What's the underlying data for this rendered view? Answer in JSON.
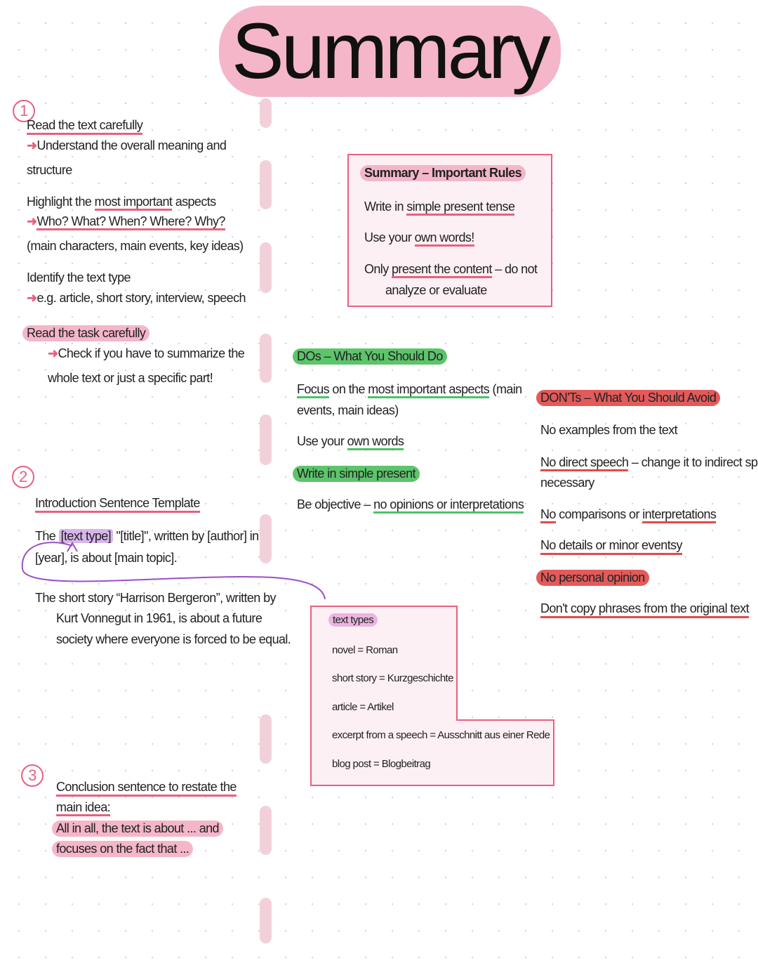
{
  "title": "Summary",
  "step1": {
    "number": "1",
    "items": [
      {
        "head": "Read the text carefully",
        "detail": "Understand the overall meaning and",
        "detail2": "structure"
      },
      {
        "head_pre": "Highlight the ",
        "head_ul": "most important",
        "head_post": " aspects",
        "detail": "Who? What? When? Where? Why?",
        "detail2": "(main characters, main events, key ideas)"
      },
      {
        "head": "Identify the text type",
        "detail": "e.g. article, short story, interview, speech"
      },
      {
        "head": "Read the task carefully",
        "detail": "Check if you have to summarize the",
        "detail2": "whole text or just a specific part!"
      }
    ]
  },
  "rules": {
    "title": "Summary – Important Rules",
    "r1_pre": "Write in ",
    "r1_ul": "simple present tense",
    "r2_pre": "Use your ",
    "r2_ul": "own words!",
    "r3_pre": "Only ",
    "r3_ul": "present the content",
    "r3_post": " – do not",
    "r3_line2": "analyze or evaluate"
  },
  "dos": {
    "title": "DOs – What You Should Do",
    "d1_a": "Focus",
    "d1_b": " on the ",
    "d1_c": "most important aspects",
    "d1_d": " (main",
    "d1_line2": "events, main ideas)",
    "d2_pre": "Use your ",
    "d2_ul": "own words",
    "d3": "Write in simple present",
    "d4_pre": "Be objective – ",
    "d4_ul": "no opinions or interpretations"
  },
  "donts": {
    "title": "DON'Ts – What You Should Avoid",
    "n1": "No examples from the text",
    "n2_ul": "No direct speech",
    "n2_post": " – change it to indirect speech",
    "n2_line2": "necessary",
    "n3_a": "No",
    "n3_b": " comparisons or ",
    "n3_c": "interpretations",
    "n4": "No details or minor eventsy",
    "n5": "No personal opinion",
    "n6": "Don't copy phrases from the original text"
  },
  "step2": {
    "number": "2",
    "heading": "Introduction Sentence Template",
    "t_pre": "The ",
    "t_type": "[text type]",
    "t_post": " \"[title]\", written by [author] in",
    "t_line2": "[year], is about [main topic].",
    "ex1": "The short story “Harrison Bergeron”, written by",
    "ex2": "Kurt Vonnegut in 1961, is about a future",
    "ex3": "society where everyone is forced to be equal."
  },
  "text_types": {
    "title": "text types",
    "items": [
      "novel = Roman",
      "short story = Kurzgeschichte",
      "article = Artikel",
      "excerpt from a speech = Ausschnitt aus einer Rede",
      "blog post = Blogbeitrag"
    ]
  },
  "step3": {
    "number": "3",
    "l1": "Conclusion sentence to restate the",
    "l2": "main idea:",
    "l3": "All in all, the text is about ... and",
    "l4": "focuses on the fact that ..."
  },
  "colors": {
    "pink": "#f4b6c8",
    "accent": "#e8607f",
    "green": "#5cc46a",
    "red": "#e35a5a",
    "violet": "#9b4fc7"
  }
}
